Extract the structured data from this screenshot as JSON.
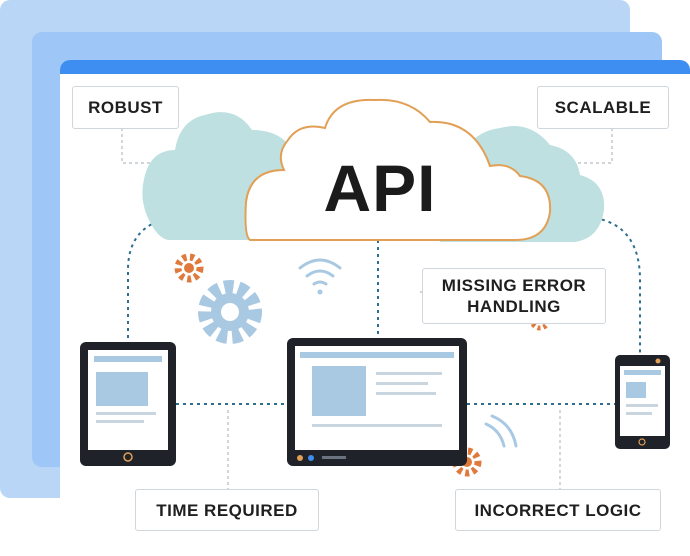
{
  "center": {
    "title": "API"
  },
  "labels": {
    "top_left": "ROBUST",
    "top_right": "SCALABLE",
    "middle_right": "MISSING ERROR\nHANDLING",
    "bottom_left": "TIME REQUIRED",
    "bottom_right": "INCORRECT LOGIC"
  },
  "colors": {
    "primary_blue": "#3d8ef0",
    "cloud_fill": "#bfe0e0",
    "cloud_outline": "#e2a056",
    "gear_orange": "#e07a3c",
    "gear_blue": "#a9c9e3",
    "device_dark": "#1f2228"
  },
  "icons": [
    "cloud-icon",
    "gear-icon",
    "wifi-icon",
    "tablet-icon",
    "laptop-icon",
    "phone-icon"
  ]
}
